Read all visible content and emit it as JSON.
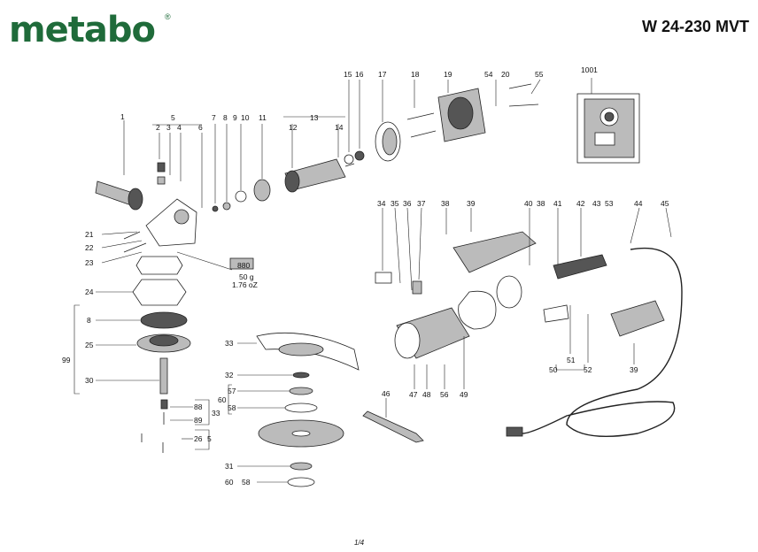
{
  "brand": {
    "logo": "metabo",
    "trademark": "®"
  },
  "model": "W 24-230 MVT",
  "page_number": "1/4",
  "grease_note": {
    "code": "880",
    "weight_g": "50 g",
    "weight_oz": "1.76 oZ"
  },
  "inset_label": "1001",
  "callouts": {
    "c1": "1",
    "c2": "2",
    "c3": "3",
    "c4": "4",
    "c5": "5",
    "c6": "6",
    "c7": "7",
    "c8": "8",
    "c9": "9",
    "c10": "10",
    "c11": "11",
    "c12": "12",
    "c13": "13",
    "c14": "14",
    "c15": "15",
    "c16": "16",
    "c17": "17",
    "c18": "18",
    "c19": "19",
    "c20": "20",
    "c54": "54",
    "c55": "55",
    "c21": "21",
    "c22": "22",
    "c23": "23",
    "c24": "24",
    "c8b": "8",
    "c25": "25",
    "c99": "99",
    "c30": "30",
    "c33": "33",
    "c32": "32",
    "c57": "57",
    "c60": "60",
    "c58": "58",
    "c88": "88",
    "c33b": "33",
    "c89": "89",
    "c26": "26",
    "c5b": "5",
    "c31": "31",
    "c60b": "60",
    "c58b": "58",
    "c34": "34",
    "c35": "35",
    "c36": "36",
    "c37": "37",
    "c38": "38",
    "c39": "39",
    "c40": "40",
    "c38b": "38",
    "c41": "41",
    "c42": "42",
    "c43": "43",
    "c53": "53",
    "c44": "44",
    "c45": "45",
    "c46": "46",
    "c47": "47",
    "c48": "48",
    "c56": "56",
    "c49": "49",
    "c50": "50",
    "c51": "51",
    "c52": "52",
    "c39b": "39"
  }
}
